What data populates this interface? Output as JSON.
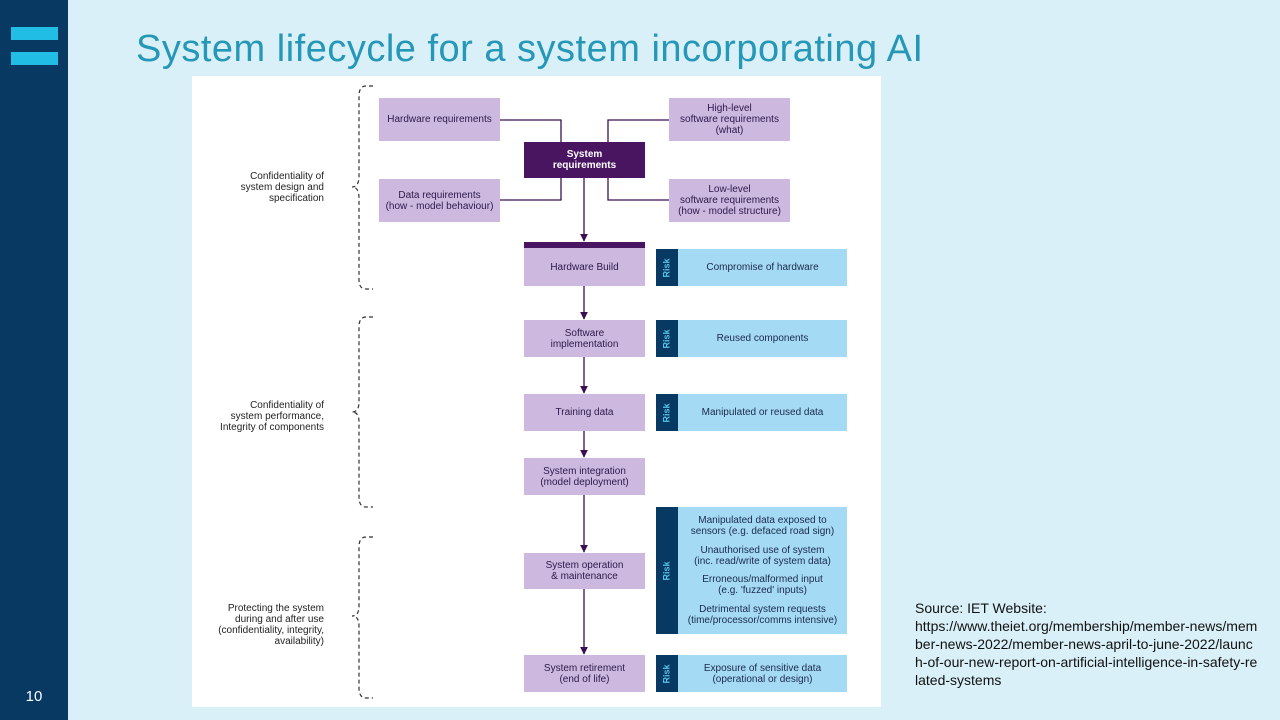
{
  "slide": {
    "title": "System lifecycle for a system incorporating AI",
    "number": "10"
  },
  "diagram": {
    "requirements": {
      "hardware": "Hardware requirements",
      "high_level_software": "High-level\nsoftware requirements\n(what)",
      "system": "System\nrequirements",
      "data": "Data requirements\n(how - model behaviour)",
      "low_level_software": "Low-level\nsoftware requirements\n(how - model structure)"
    },
    "stages": [
      "Hardware Build",
      "Software\nimplementation",
      "Training data",
      "System integration\n(model deployment)",
      "System operation\n& maintenance",
      "System retirement\n(end of life)"
    ],
    "risk_label": "Risk",
    "risks": {
      "hardware_build": "Compromise of hardware",
      "software_implementation": "Reused components",
      "training_data": "Manipulated or reused data",
      "operation": [
        "Manipulated data exposed to\nsensors (e.g. defaced road sign)",
        "Unauthorised use of system\n(inc. read/write of system data)",
        "Erroneous/malformed input\n(e.g. 'fuzzed' inputs)",
        "Detrimental system requests\n(time/processor/comms intensive)"
      ],
      "retirement": "Exposure of sensitive data\n(operational or design)"
    },
    "phase_labels": [
      "Confidentiality of\nsystem design and\nspecification",
      "Confidentiality of\nsystem performance,\nIntegrity of components",
      "Protecting the system\nduring and after use\n(confidentiality, integrity,\navailability)"
    ]
  },
  "source": {
    "heading": "Source: IET Website:",
    "url": "https://www.theiet.org/membership/member-news/member-news-2022/member-news-april-to-june-2022/launch-of-our-new-report-on-artificial-intelligence-in-safety-related-systems"
  },
  "colors": {
    "sidebar": "#073963",
    "accent": "#22bde5",
    "title": "#2597b7",
    "requirement_box": "#cdb9df",
    "system_requirements_box": "#4a1560",
    "risk_box": "#a5daf4",
    "risk_tab": "#073963"
  }
}
